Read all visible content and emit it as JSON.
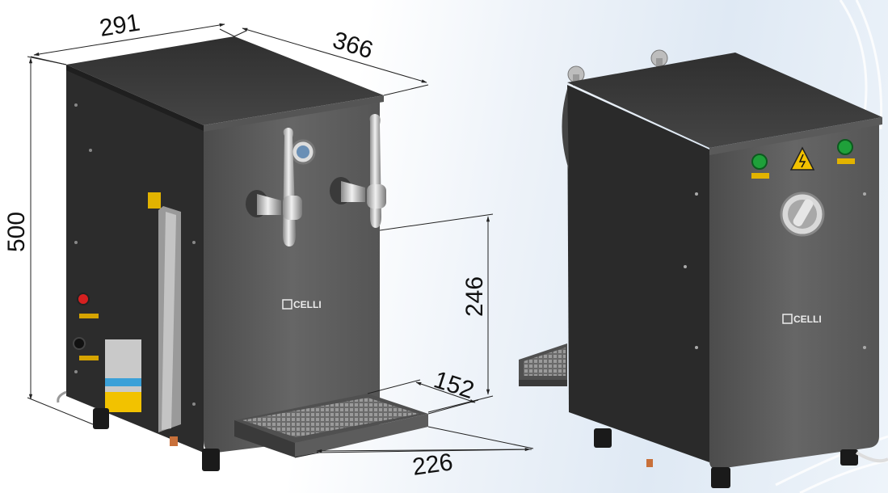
{
  "brand": "CELLI",
  "dimensions": {
    "width": "291",
    "depth": "366",
    "height": "500",
    "tap_height": "246",
    "tray_depth": "152",
    "tray_width": "226"
  },
  "colors": {
    "body_front": "#5d5d5d",
    "body_side": "#2a2a2a",
    "top": "#3a3a3a",
    "steel": "#c8c8c8",
    "button_green": "#1fa03a",
    "button_red": "#d62020",
    "warning_yellow": "#f2c200"
  },
  "icons": [
    "warning-triangle-icon",
    "green-button-icon",
    "red-button-icon",
    "celli-logo-icon"
  ]
}
